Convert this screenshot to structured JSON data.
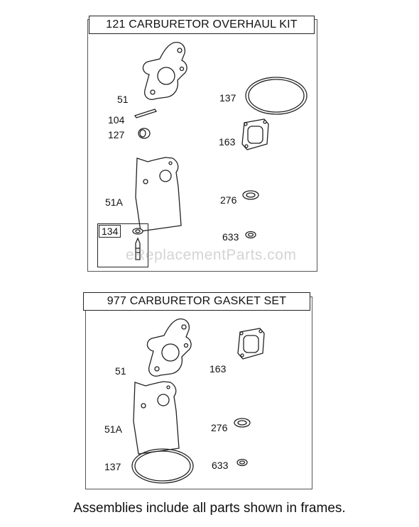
{
  "kits": [
    {
      "title": "121 CARBURETOR OVERHAUL KIT",
      "parts": {
        "p51": "51",
        "p104": "104",
        "p127": "127",
        "p51a": "51A",
        "p134": "134",
        "p137": "137",
        "p163": "163",
        "p276": "276",
        "p633": "633"
      },
      "watermark": "eReplacementParts.com"
    },
    {
      "title": "977 CARBURETOR GASKET SET",
      "parts": {
        "p51": "51",
        "p51a": "51A",
        "p137": "137",
        "p163": "163",
        "p276": "276",
        "p633": "633"
      }
    }
  ],
  "footer": "Assemblies include all parts shown in frames."
}
